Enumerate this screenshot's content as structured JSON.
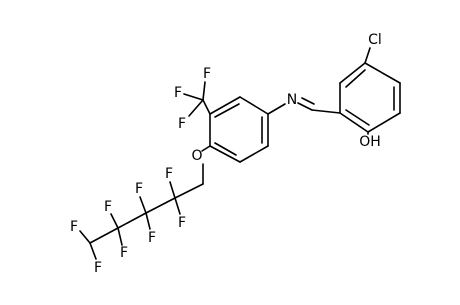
{
  "molecule": {
    "atom_labels": {
      "cl": "Cl",
      "oh": "OH",
      "n": "N",
      "o": "O",
      "cf3_f1": "F",
      "cf3_f2": "F",
      "cf3_f3": "F",
      "chain_f1": "F",
      "chain_f2": "F",
      "chain_f3": "F",
      "chain_f4": "F",
      "chain_f5": "F",
      "chain_f6": "F",
      "chain_f7": "F",
      "chain_f8": "F"
    },
    "colors": {
      "bond": "#000000",
      "label": "#000000",
      "background": "#ffffff"
    }
  }
}
